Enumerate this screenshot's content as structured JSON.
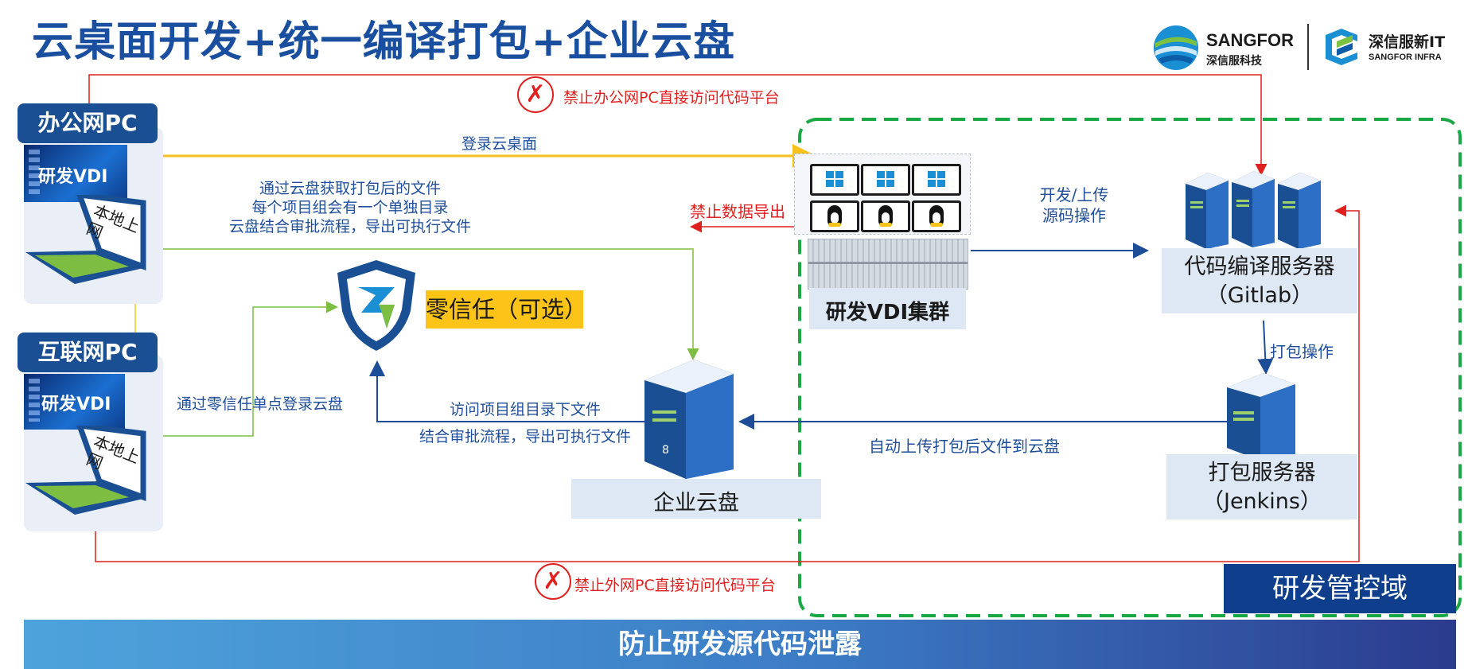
{
  "title": "云桌面开发+统一编译打包+企业云盘",
  "logos": {
    "sangfor_name": "SANGFOR",
    "sangfor_sub": "深信服科技",
    "infra_name": "深信服新IT",
    "infra_sub": "SANGFOR INFRA"
  },
  "office_pc": {
    "label": "办公网PC",
    "vdi": "研发VDI",
    "local": "本地上网"
  },
  "internet_pc": {
    "label": "互联网PC",
    "vdi": "研发VDI",
    "local": "本地上网"
  },
  "annotations": {
    "deny_office": "禁止办公网PC直接访问代码平台",
    "deny_internet": "禁止外网PC直接访问代码平台",
    "login_desktop": "登录云桌面",
    "cloud_get_1": "通过云盘获取打包后的文件",
    "cloud_get_2": "每个项目组会有一个单独目录",
    "cloud_get_3": "云盘结合审批流程，导出可执行文件",
    "no_export": "禁止数据导出",
    "dev_upload_1": "开发/上传",
    "dev_upload_2": "源码操作",
    "package_op": "打包操作",
    "zt_login": "通过零信任单点登录云盘",
    "access_dir_1": "访问项目组目录下文件",
    "access_dir_2": "结合审批流程，导出可执行文件",
    "auto_upload": "自动上传打包后文件到云盘"
  },
  "nodes": {
    "zero_trust": "零信任（可选）",
    "vdi_cluster": "研发VDI集群",
    "code_server_1": "代码编译服务器",
    "code_server_2": "（Gitlab）",
    "pkg_server_1": "打包服务器",
    "pkg_server_2": "（Jenkins）",
    "cloud_disk": "企业云盘"
  },
  "domain_label": "研发管控域",
  "banner": "防止研发源代码泄露",
  "colors": {
    "title_blue": "#1a4fa0",
    "deny_red": "#e01f1f",
    "login_yellow": "#f5c21b",
    "flow_green": "#7dbd42",
    "flow_blue": "#1c4d96",
    "zone_green": "#1aa845"
  }
}
